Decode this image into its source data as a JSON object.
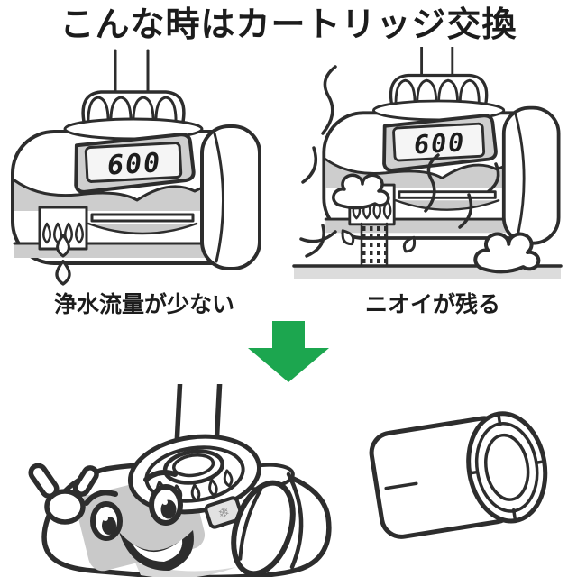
{
  "title": "こんな時はカートリッジ交換",
  "top_figures": {
    "low_flow": {
      "caption": "浄水流量が少ない",
      "display_value": "600"
    },
    "odor": {
      "caption": "ニオイが残る",
      "display_value": "600"
    }
  },
  "arrow": {
    "direction": "down"
  },
  "bottom_figure": {
    "snowflake_glyph": "❄"
  },
  "colors": {
    "background": "#ffffff",
    "line_art": "#2d2d2d",
    "gray_fill": "#cdcdcd",
    "display_panel": "#f5f5f5",
    "arrow_green": "#1CA64F"
  }
}
